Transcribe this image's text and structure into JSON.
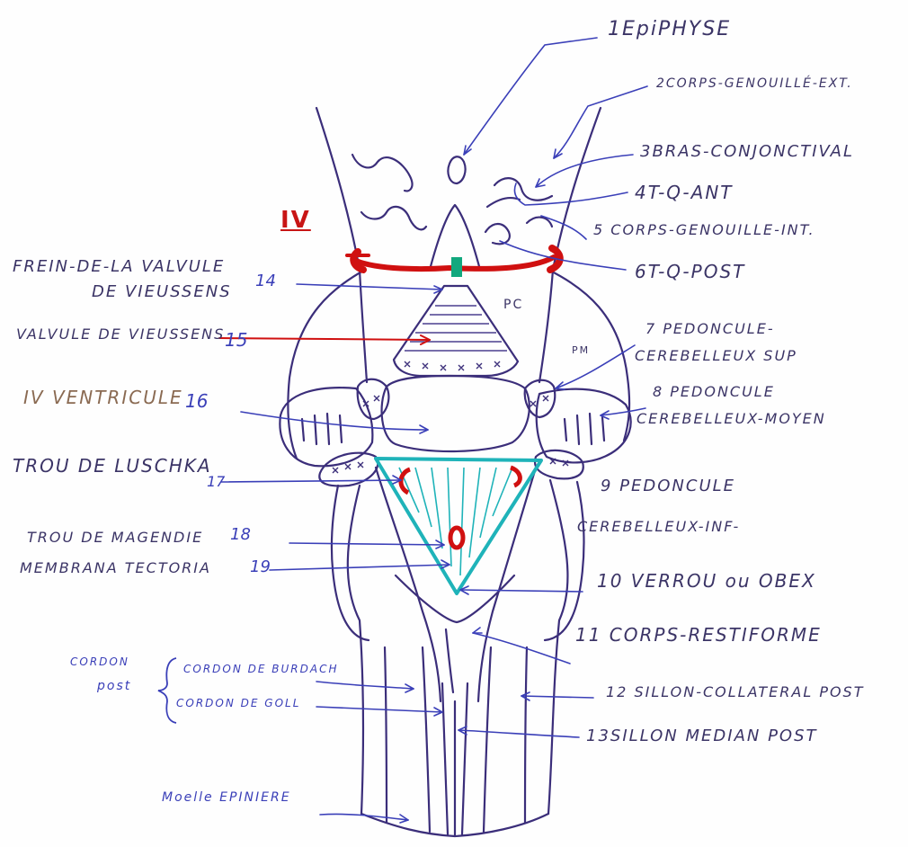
{
  "labels": {
    "l1": "1EpiPHYSE",
    "l2": "2CORPS-GENOUILLÉ-EXT.",
    "l3": "3BRAS-CONJONCTIVAL",
    "l4": "4T-Q-ANT",
    "l5": "5 CORPS-GENOUILLE-INT.",
    "l6": "6T-Q-POST",
    "l7a": "7 PEDONCULE-",
    "l7b": "CEREBELLEUX SUP",
    "l8a": "8 PEDONCULE",
    "l8b": "CEREBELLEUX-MOYEN",
    "l9a": "9 PEDONCULE",
    "l9b": "CEREBELLEUX-INF-",
    "l10": "10 VERROU ou OBEX",
    "l11": "11 CORPS-RESTIFORME",
    "l12": "12 SILLON-COLLATERAL POST",
    "l13": "13SILLON MEDIAN POST",
    "l14a": "FREIN-DE-LA VALVULE",
    "l14b": "DE VIEUSSENS",
    "l14n": "14",
    "l15": "VALVULE DE VIEUSSENS",
    "l15n": "15",
    "l16": "IV VENTRICULE",
    "l16n": "16",
    "l17a": "TROU DE LUSCHKA",
    "l17n": "17",
    "l18": "TROU DE MAGENDIE",
    "l18n": "18",
    "l19": "MEMBRANA TECTORIA",
    "l19n": "19",
    "cordonPostA": "CORDON",
    "cordonPostB": "post",
    "burdach": "CORDON DE BURDACH",
    "goll": "CORDON DE GOLL",
    "moelle": "Moelle EPINIERE",
    "roman": "IV",
    "pc": "PC",
    "pm": "PM"
  },
  "colors": {
    "ink_dark": "#3b2e7a",
    "ink_blue": "#3a3fb8",
    "accent_red": "#d01010",
    "accent_cyan": "#1fb3b9",
    "accent_green": "#12a87e"
  }
}
